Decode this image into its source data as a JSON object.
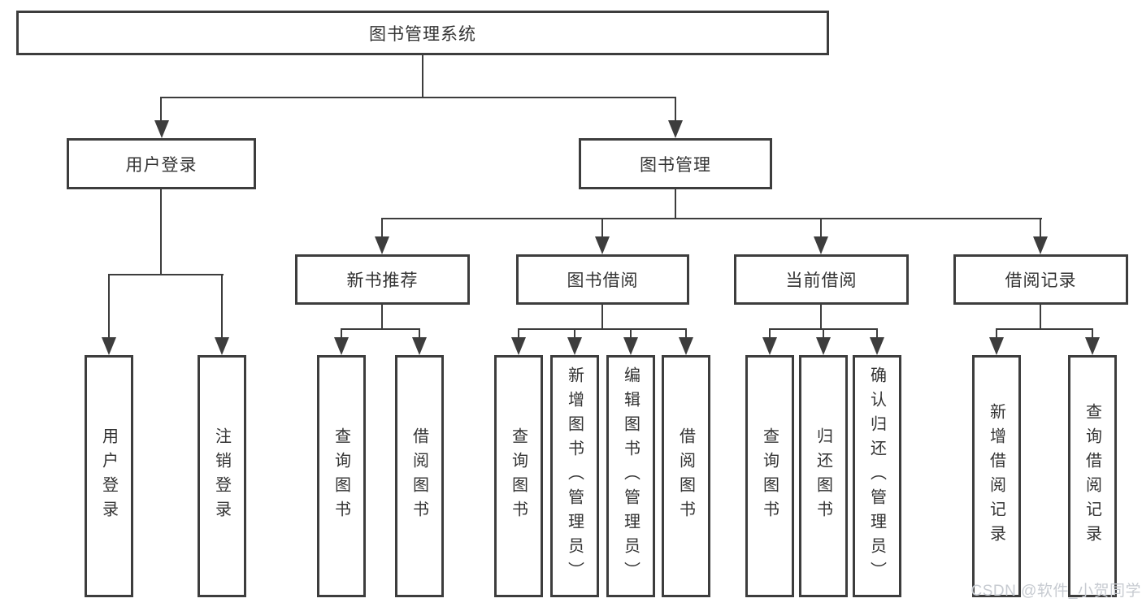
{
  "colors": {
    "line": "#3d3d3d",
    "text": "#333333",
    "watermark": "#c7cbd1",
    "background": "#ffffff"
  },
  "watermark": "CSDN @软件_小贺同学",
  "tree": {
    "root": {
      "label": "图书管理系统"
    },
    "branches": [
      {
        "label": "用户登录",
        "children": [
          {
            "label": "用户登录"
          },
          {
            "label": "注销登录"
          }
        ]
      },
      {
        "label": "图书管理",
        "children": [
          {
            "label": "新书推荐",
            "children": [
              {
                "label": "查询图书"
              },
              {
                "label": "借阅图书"
              }
            ]
          },
          {
            "label": "图书借阅",
            "children": [
              {
                "label": "查询图书"
              },
              {
                "label": "新增图书（管理员）"
              },
              {
                "label": "编辑图书（管理员）"
              },
              {
                "label": "借阅图书"
              }
            ]
          },
          {
            "label": "当前借阅",
            "children": [
              {
                "label": "查询图书"
              },
              {
                "label": "归还图书"
              },
              {
                "label": "确认归还（管理员）"
              }
            ]
          },
          {
            "label": "借阅记录",
            "children": [
              {
                "label": "新增借阅记录"
              },
              {
                "label": "查询借阅记录"
              }
            ]
          }
        ]
      }
    ]
  }
}
